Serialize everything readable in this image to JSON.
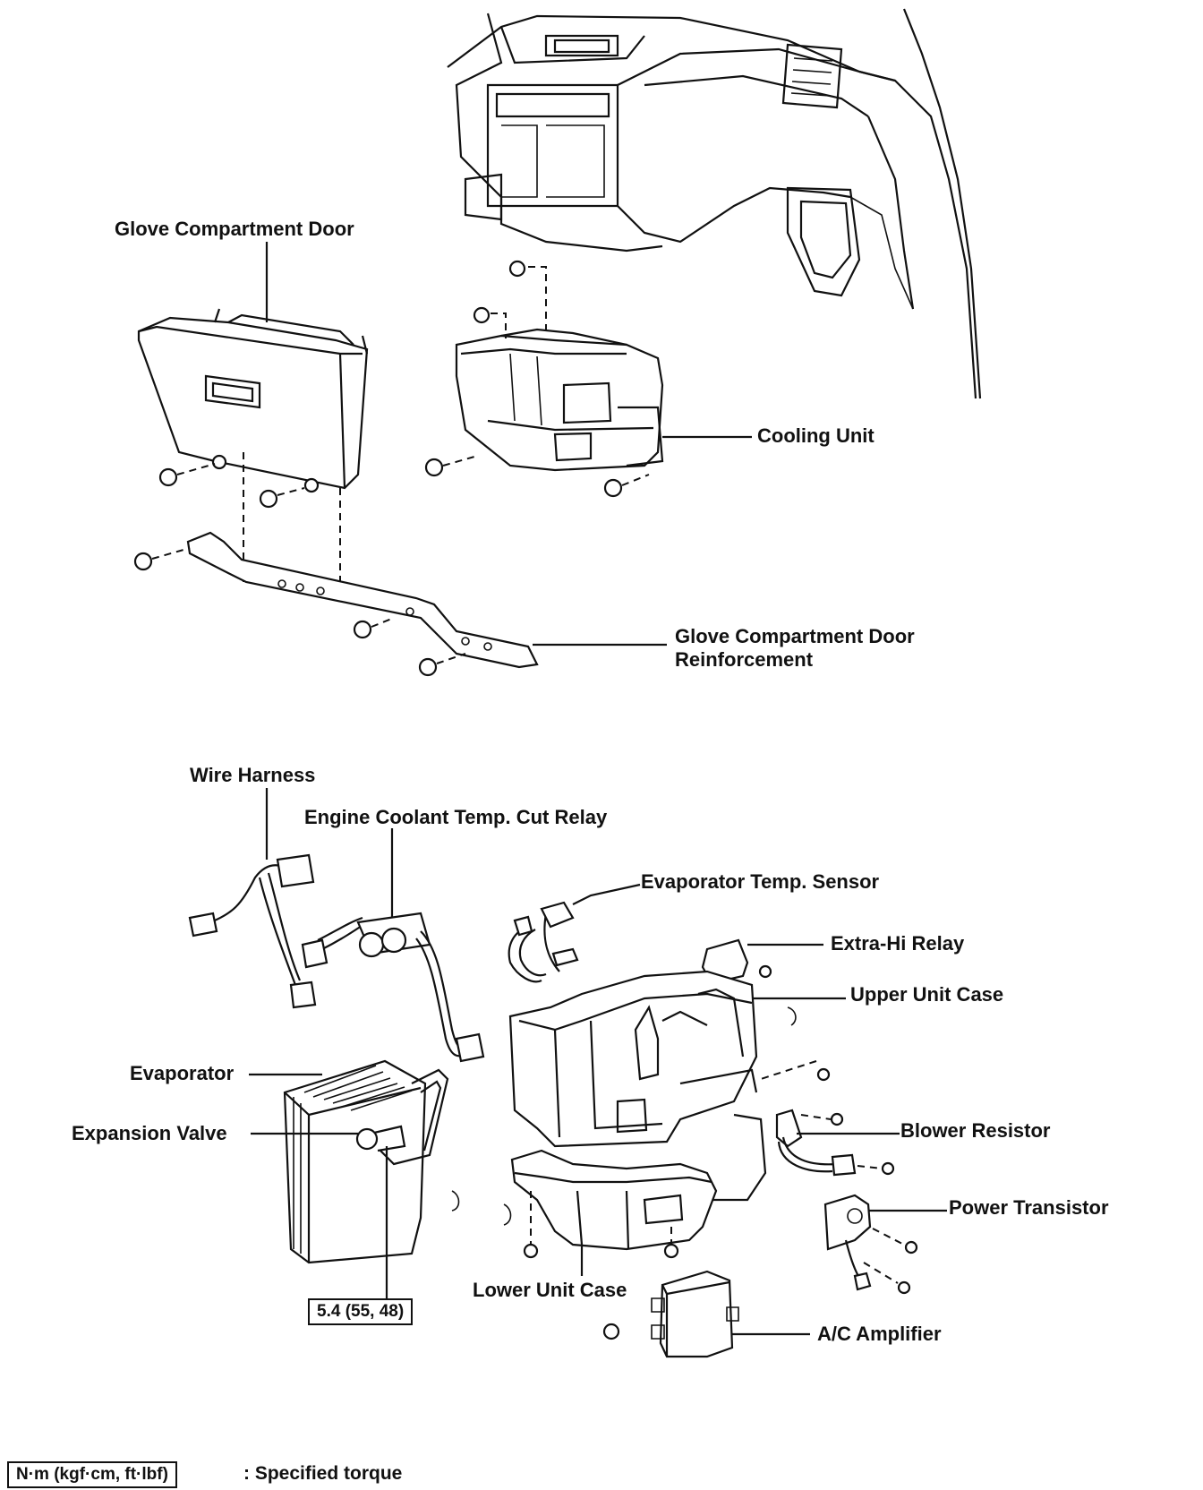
{
  "labels": {
    "glove_compartment_door": "Glove Compartment Door",
    "cooling_unit": "Cooling Unit",
    "glove_door_reinforcement_line1": "Glove Compartment Door",
    "glove_door_reinforcement_line2": "Reinforcement",
    "wire_harness": "Wire Harness",
    "engine_coolant_temp_cut_relay": "Engine Coolant Temp. Cut Relay",
    "evaporator_temp_sensor": "Evaporator Temp. Sensor",
    "extra_hi_relay": "Extra-Hi Relay",
    "upper_unit_case": "Upper Unit Case",
    "evaporator": "Evaporator",
    "expansion_valve": "Expansion Valve",
    "blower_resistor": "Blower Resistor",
    "power_transistor": "Power Transistor",
    "lower_unit_case": "Lower Unit Case",
    "ac_amplifier": "A/C Amplifier"
  },
  "torque": {
    "expansion_valve_value": "5.4 (55, 48)"
  },
  "legend": {
    "unit_box": "N·m (kgf·cm, ft·lbf)",
    "description": ":  Specified torque"
  }
}
